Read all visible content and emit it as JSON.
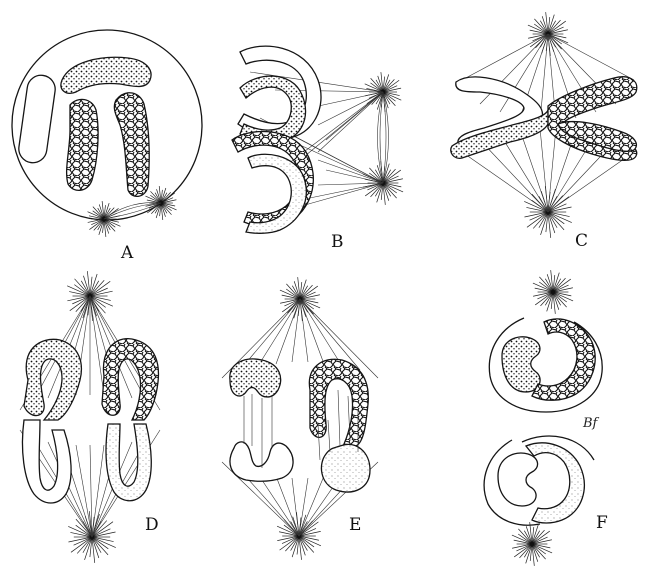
{
  "figure": {
    "panels": [
      {
        "id": "A",
        "label": "A"
      },
      {
        "id": "B",
        "label": "B"
      },
      {
        "id": "C",
        "label": "C"
      },
      {
        "id": "D",
        "label": "D"
      },
      {
        "id": "E",
        "label": "E"
      },
      {
        "id": "F",
        "label": "F"
      }
    ],
    "signature": "Bf"
  },
  "colors": {
    "ink": "#151515",
    "paper": "#ffffff"
  }
}
